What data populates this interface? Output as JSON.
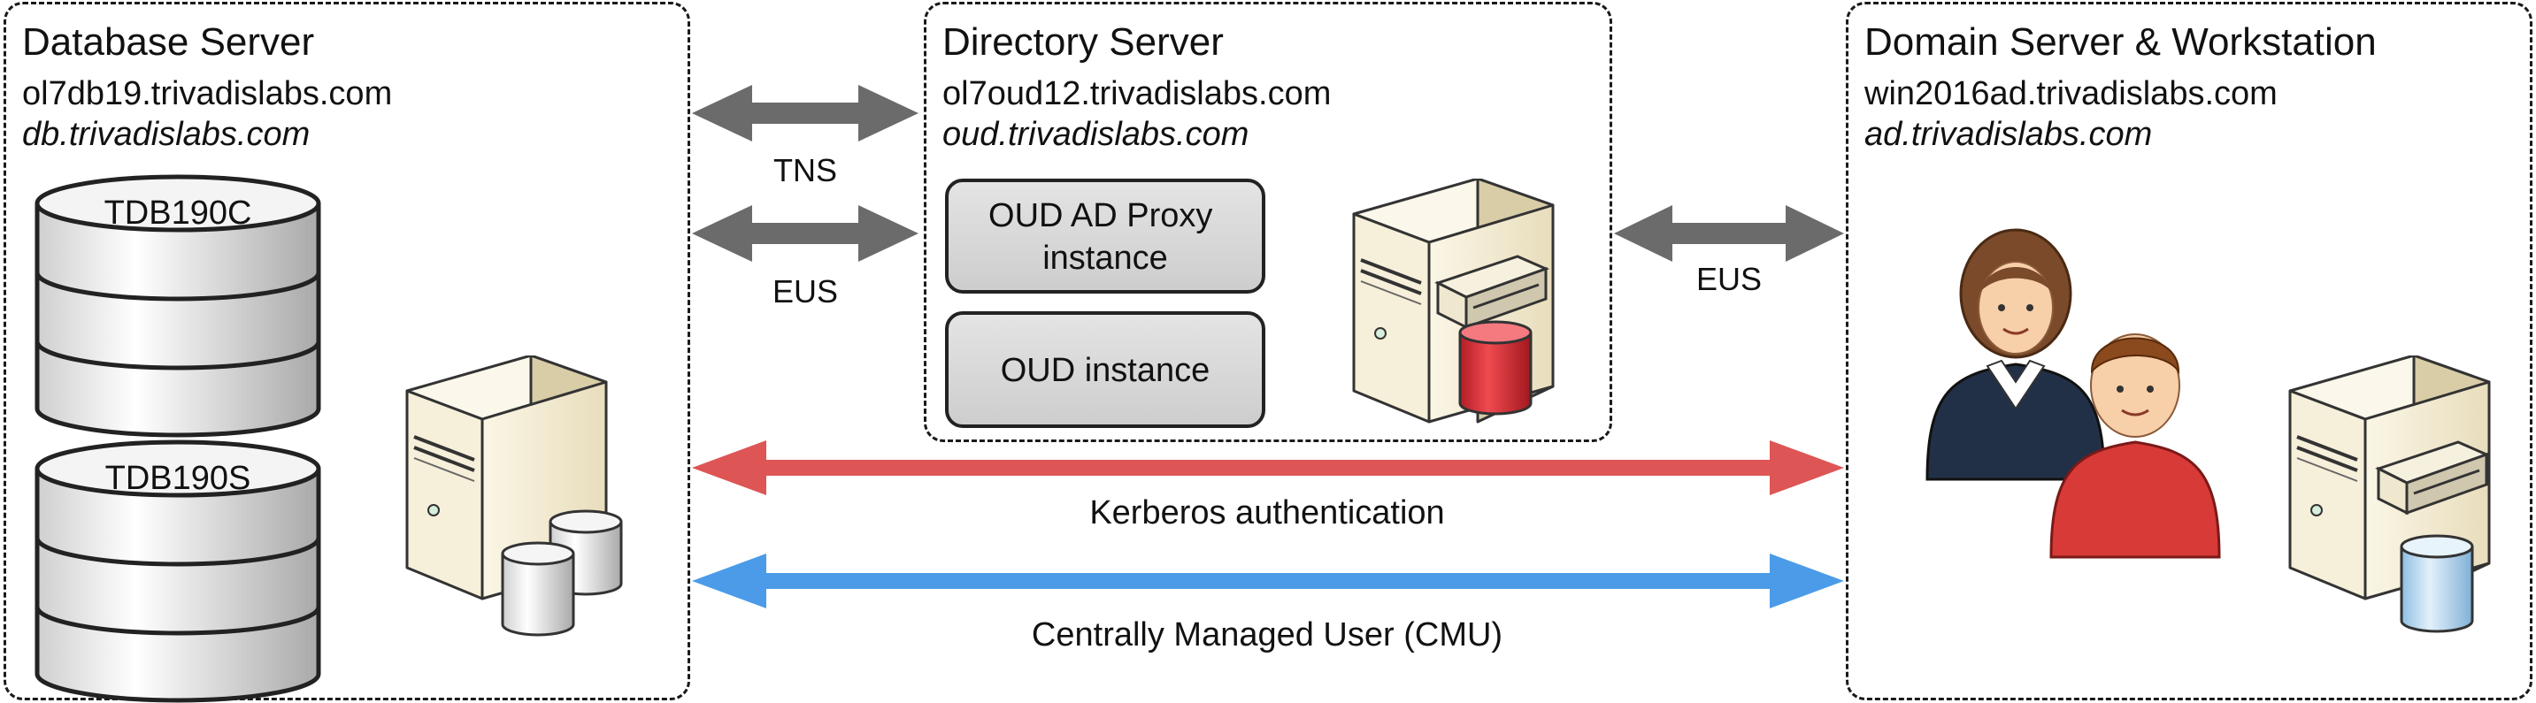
{
  "servers": {
    "database": {
      "title": "Database Server",
      "host": "ol7db19.trivadislabs.com",
      "alias": "db.trivadislabs.com",
      "databases": [
        "TDB190C",
        "TDB190S"
      ]
    },
    "directory": {
      "title": "Directory Server",
      "host": "ol7oud12.trivadislabs.com",
      "alias": "oud.trivadislabs.com",
      "instances": [
        "OUD AD Proxy\ninstance",
        "OUD instance"
      ]
    },
    "domain": {
      "title": "Domain Server & Workstation",
      "host": "win2016ad.trivadislabs.com",
      "alias": "ad.trivadislabs.com"
    }
  },
  "connections": {
    "tns": "TNS",
    "eus_db_oud": "EUS",
    "eus_oud_ad": "EUS",
    "kerberos": "Kerberos authentication",
    "cmu": "Centrally Managed User (CMU)"
  },
  "colors": {
    "gray_arrow": "#6b6b6b",
    "kerberos_arrow": "#dd5555",
    "cmu_arrow": "#4b9be8",
    "instance_box": "#d9d9d9",
    "red_cylinder": "#e0323a",
    "blue_cylinder": "#b6d7f0",
    "server_body": "#f2ead2"
  },
  "icons": [
    "database-stack-icon",
    "server-tower-icon",
    "users-icon"
  ]
}
